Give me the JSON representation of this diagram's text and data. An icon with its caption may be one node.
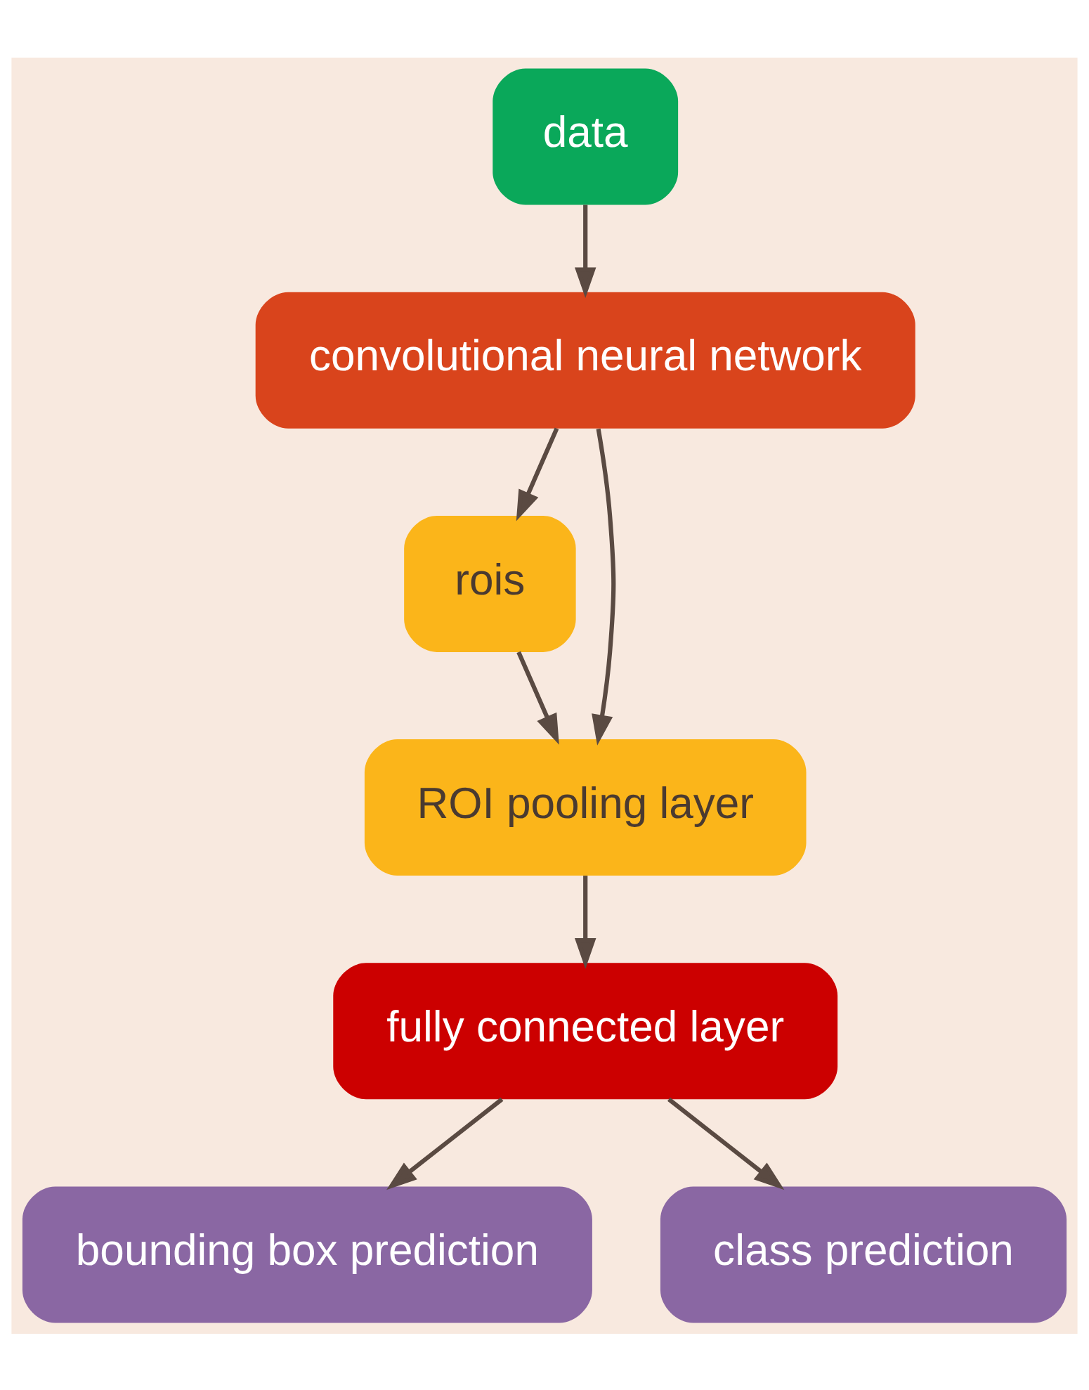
{
  "diagram": {
    "nodes": [
      {
        "text": [
          "data"
        ]
      },
      {
        "text": [
          "convolutional neural network"
        ]
      },
      {
        "text": [
          "rois"
        ]
      },
      {
        "text": [
          "ROI pooling layer"
        ]
      },
      {
        "text": [
          "fully connected layer"
        ]
      },
      {
        "text": [
          "bounding box prediction"
        ]
      },
      {
        "text": [
          "class prediction"
        ]
      }
    ],
    "edges": [
      {
        "from": 0,
        "to": 1,
        "arrow": "to"
      },
      {
        "from": 1,
        "to": 3,
        "arrow": "to"
      },
      {
        "from": 1,
        "to": 2,
        "arrow": "to"
      },
      {
        "from": 2,
        "to": 3,
        "arrow": "to"
      },
      {
        "from": 3,
        "to": 4,
        "arrow": "to"
      },
      {
        "from": 4,
        "to": 5,
        "arrow": "to"
      },
      {
        "from": 4,
        "to": 6,
        "arrow": "to"
      }
    ]
  }
}
